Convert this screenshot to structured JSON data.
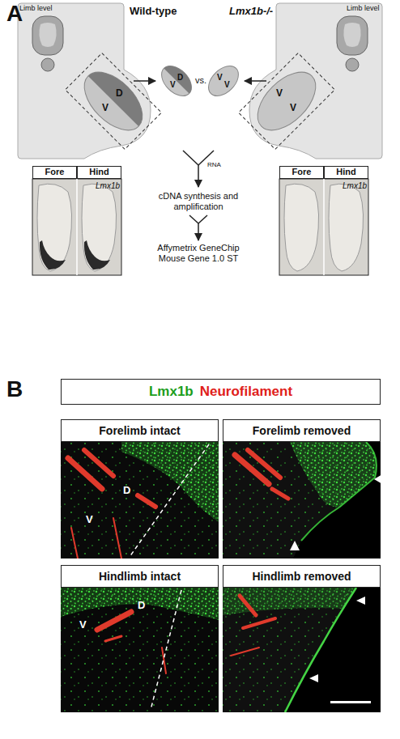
{
  "diagram": {
    "nodes": [
      {
        "text": [
          "Fore"
        ]
      },
      {
        "text": [
          "Hind"
        ]
      },
      {
        "text": [
          "Fore"
        ]
      },
      {
        "text": [
          "Hind"
        ]
      },
      {
        "text": [
          "Lmx1b",
          "Neurofilament"
        ]
      },
      {
        "text": [
          "Forelimb intact"
        ]
      },
      {
        "text": [
          "Forelimb removed"
        ]
      },
      {
        "text": [
          "Hindlimb intact"
        ]
      },
      {
        "text": [
          "Hindlimb removed"
        ]
      }
    ],
    "labels": [
      "A",
      "Limb level",
      "Wild-type",
      "D",
      "V",
      "D",
      "V",
      "vs.",
      "V",
      "V",
      "Lmx1b-/-",
      "Limb level",
      "V",
      "V",
      "RNA",
      "cDNA synthesis and amplification",
      "Affymetrix GeneChip Mouse Gene 1.0 ST",
      "Lmx1b",
      "Lmx1b",
      "B",
      "D",
      "V",
      "D",
      "V"
    ]
  }
}
